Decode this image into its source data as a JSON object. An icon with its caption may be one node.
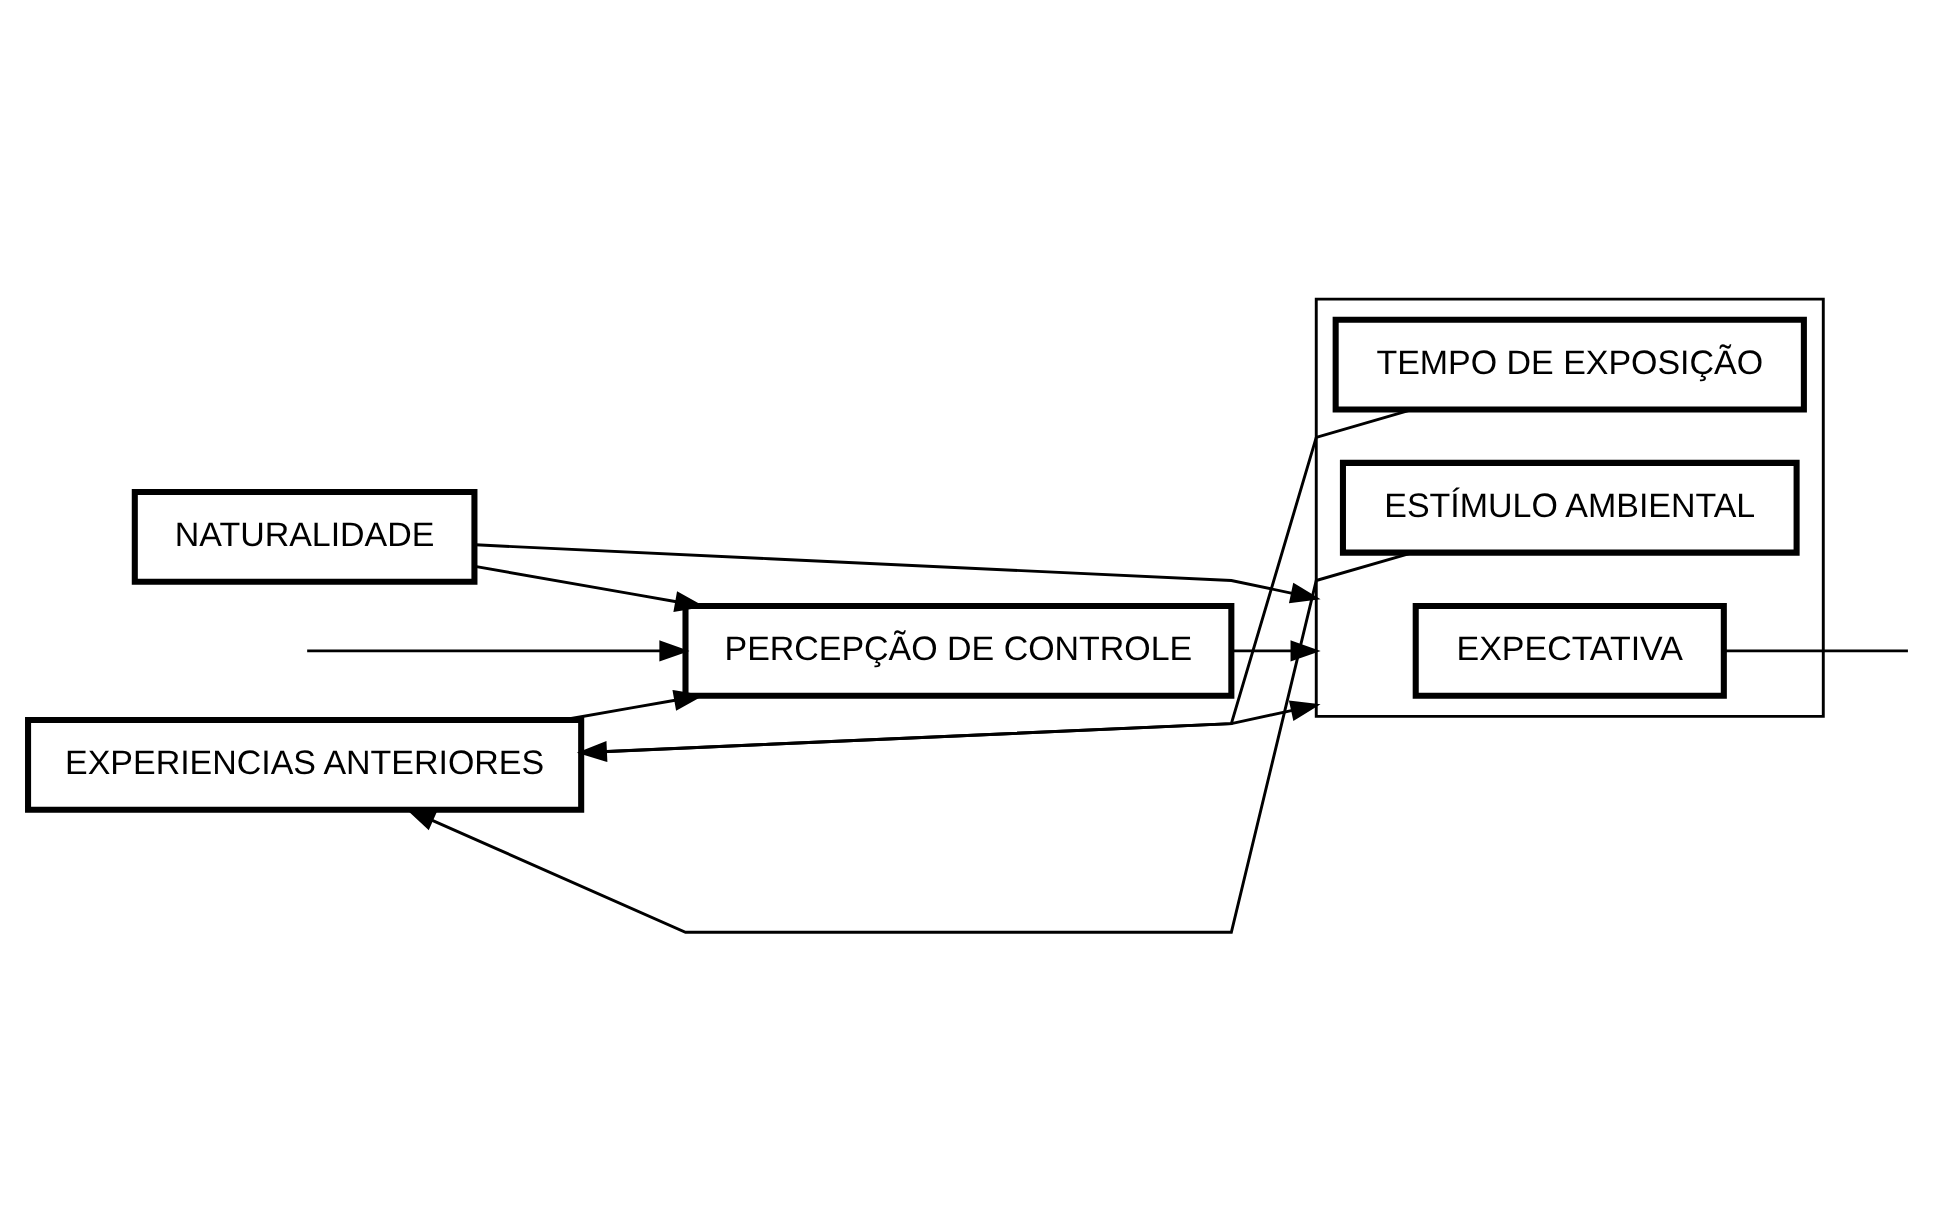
{
  "diagram": {
    "nodes": [
      {
        "text": [
          "NATURALIDADE"
        ]
      },
      {
        "text": [
          "EXPERIENCIAS ANTERIORES"
        ]
      },
      {
        "text": [
          "PERCEPÇÃO DE CONTROLE"
        ]
      },
      {
        "text": [],
        "shape": "box"
      },
      {
        "text": [
          "TEMPO DE EXPOSIÇÃO"
        ],
        "in": 3
      },
      {
        "text": [
          "ESTÍMULO AMBIENTAL"
        ],
        "in": 3
      },
      {
        "text": [
          "EXPECTATIVA"
        ],
        "in": 3
      }
    ],
    "edges": [
      {
        "from": 1,
        "to": 2,
        "arrow": "to"
      },
      {
        "from": 0,
        "to": 2,
        "arrow": "to"
      },
      {
        "from": 2,
        "to": 3,
        "arrow": "to"
      },
      {
        "from": 1,
        "to": 3,
        "arrow": "to"
      },
      {
        "from": 0,
        "to": 3,
        "arrow": "to"
      },
      {
        "from": 5,
        "to": 1,
        "arrow": "to"
      },
      {
        "from": 4,
        "to": 1,
        "arrow": "to"
      },
      {
        "from": null,
        "to": 2,
        "arrow": "to"
      },
      {
        "from": 6,
        "to": null,
        "arrow": "none"
      }
    ]
  }
}
